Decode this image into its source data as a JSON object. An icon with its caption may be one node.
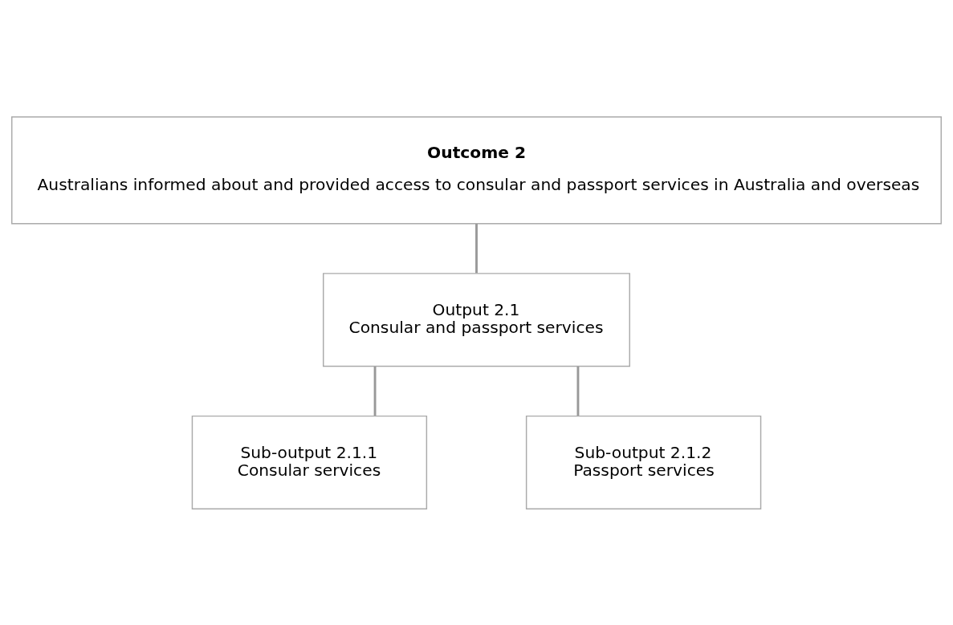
{
  "diagram": {
    "nodes": [
      {
        "text": [
          "Outcome 2",
          "Australians informed about and provided access to consular and passport services in Australia and overseas"
        ]
      },
      {
        "text": [
          "Output 2.1",
          "Consular and passport services"
        ]
      },
      {
        "text": [
          "Sub-output 2.1.1",
          "Consular services"
        ]
      },
      {
        "text": [
          "Sub-output 2.1.2",
          "Passport services"
        ]
      }
    ],
    "edges": [
      {
        "from": 0,
        "to": 1,
        "arrow": "none"
      },
      {
        "from": 1,
        "to": 2,
        "arrow": "none"
      },
      {
        "from": 1,
        "to": 3,
        "arrow": "none"
      }
    ]
  }
}
